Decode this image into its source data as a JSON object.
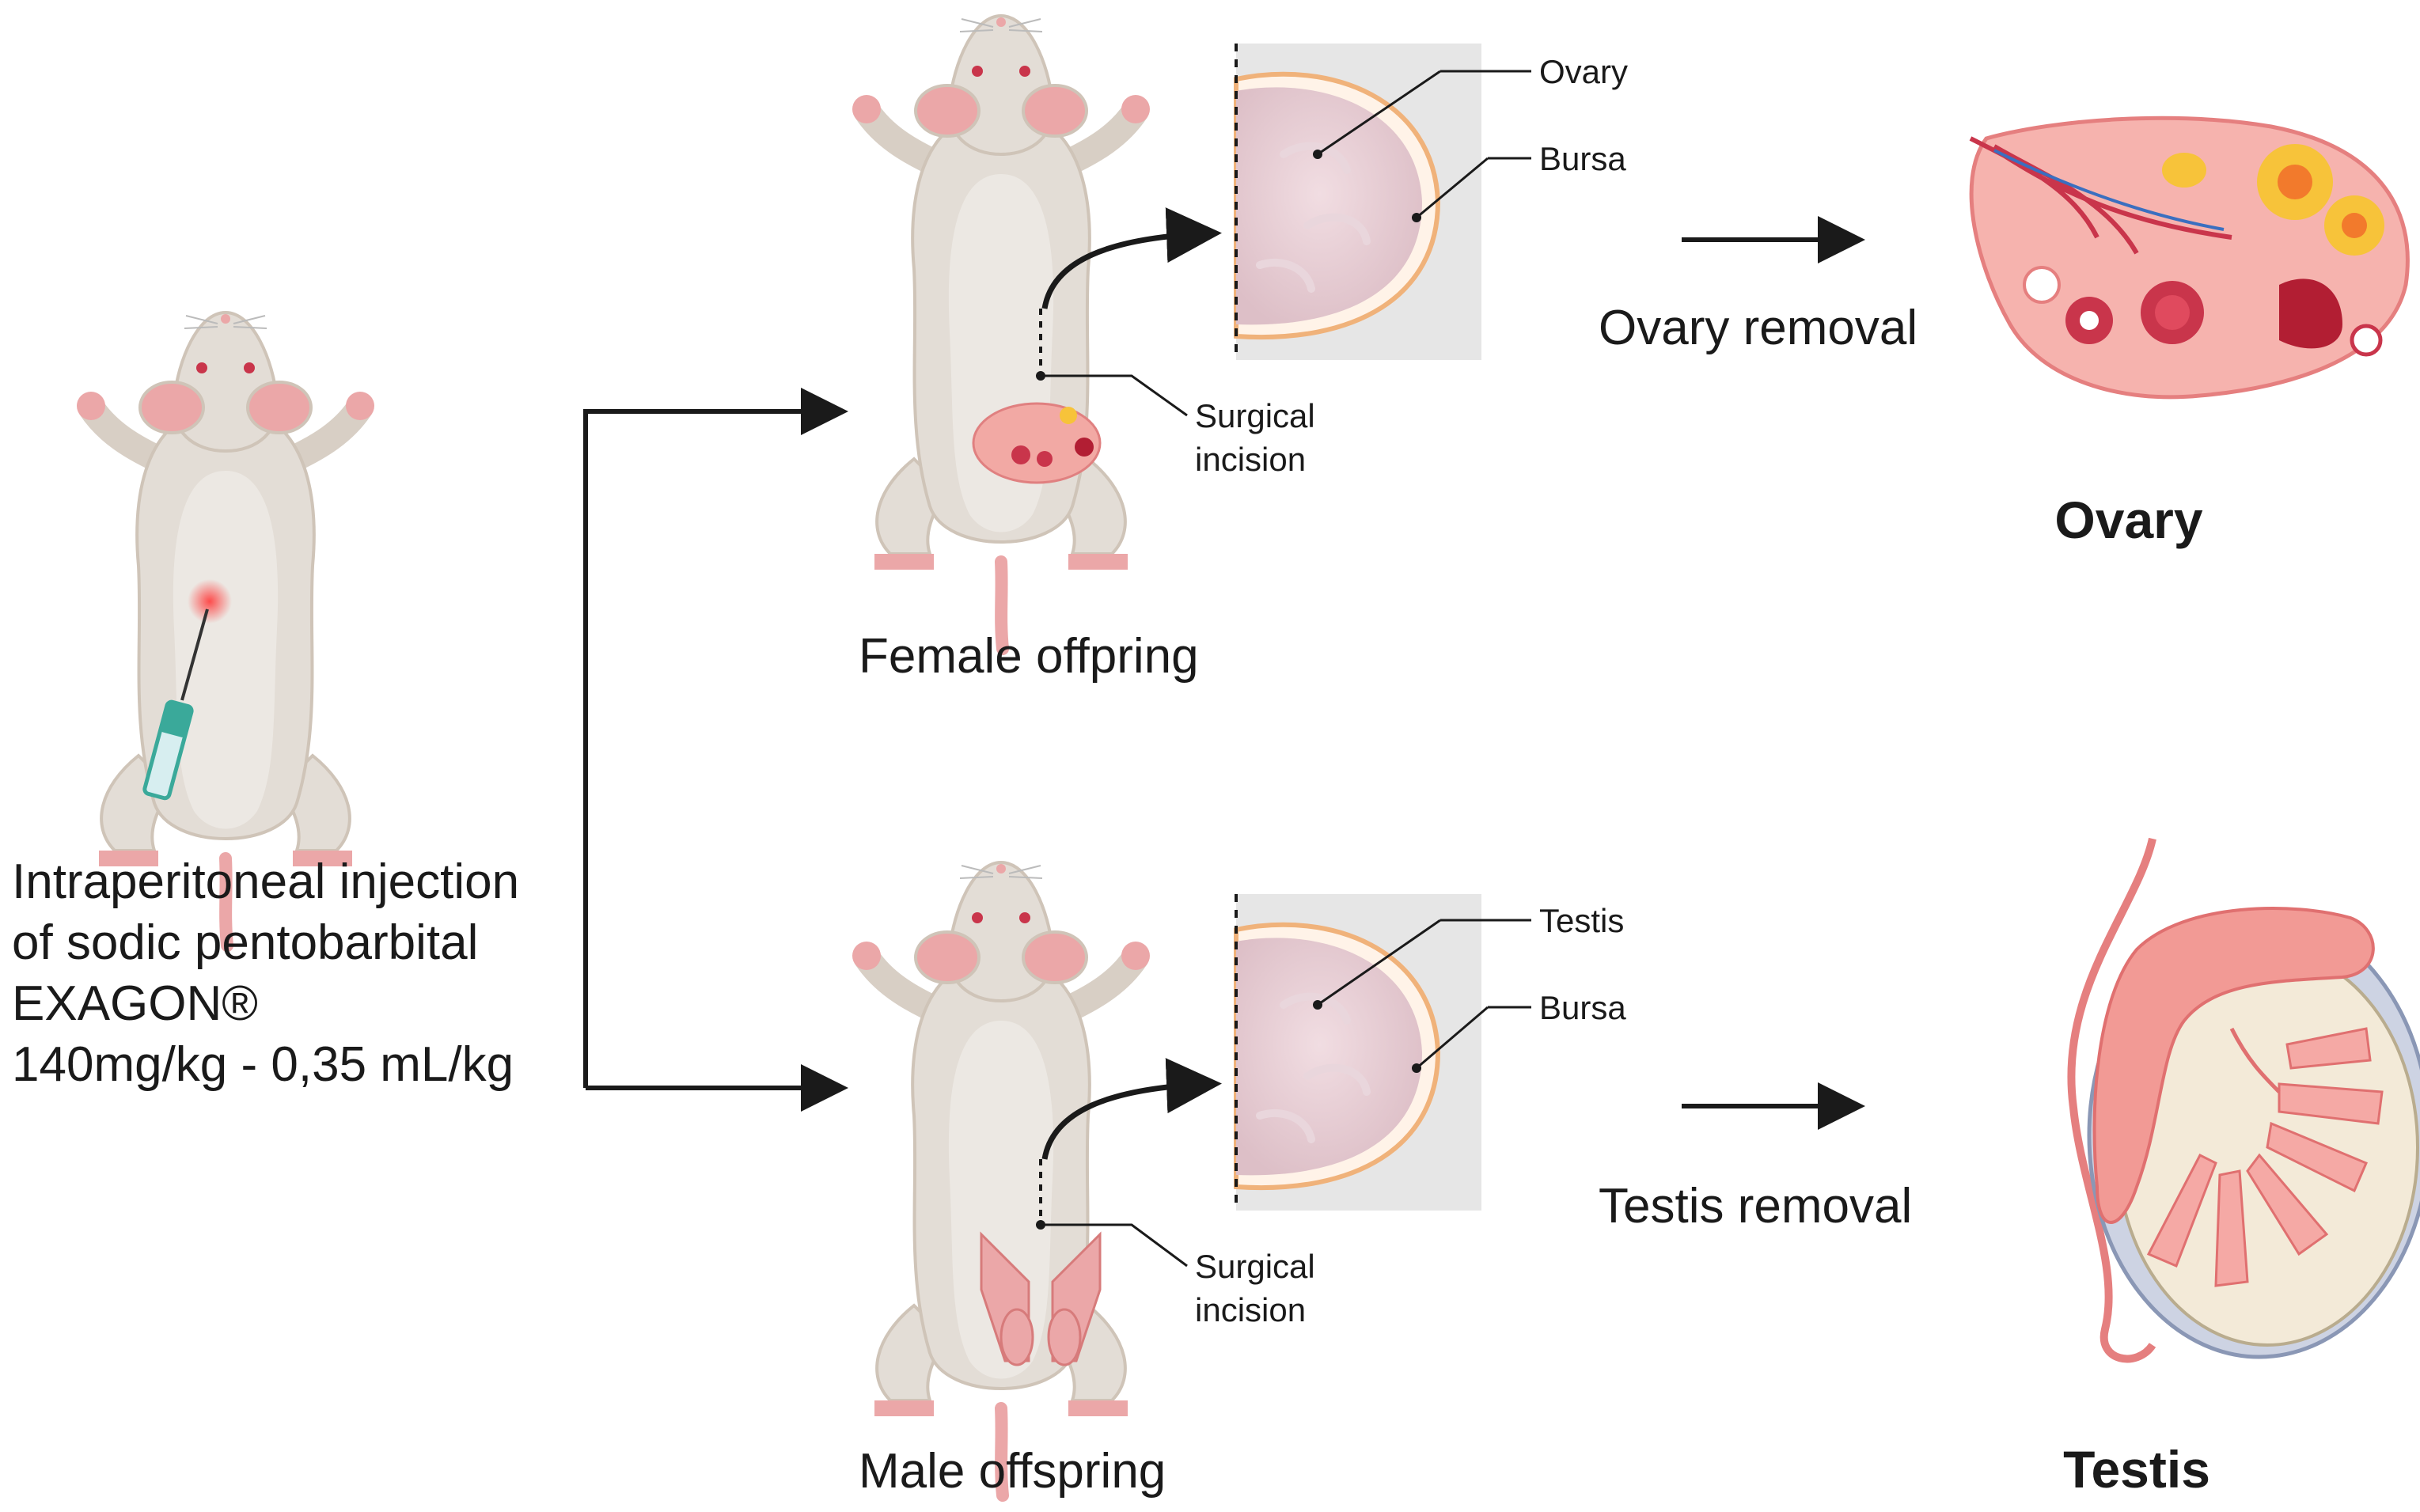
{
  "injection": {
    "lines": [
      "Intraperitoneal injection",
      "of sodic pentobarbital",
      "EXAGON®",
      "140mg/kg - 0,35 mL/kg"
    ]
  },
  "female": {
    "caption": "Female offpring",
    "incision_label": [
      "Surgical",
      "incision"
    ],
    "zoom_labels": [
      "Ovary",
      "Bursa"
    ],
    "step_label": "Ovary removal",
    "organ_title": "Ovary"
  },
  "male": {
    "caption": "Male offspring",
    "incision_label": [
      "Surgical",
      "incision"
    ],
    "zoom_labels": [
      "Testis",
      "Bursa"
    ],
    "step_label": "Testis removal",
    "organ_title": "Testis"
  },
  "colors": {
    "mouse_body": "#e3ddd6",
    "mouse_edge": "#cfc4b8",
    "mouse_pink": "#eba7a8",
    "organ_pink": "#f2a9a4",
    "organ_dark": "#c9354b",
    "follicle": "#f7c33a",
    "zoom_bg": "#e6e6e6",
    "syringe": "#3aa99a"
  }
}
